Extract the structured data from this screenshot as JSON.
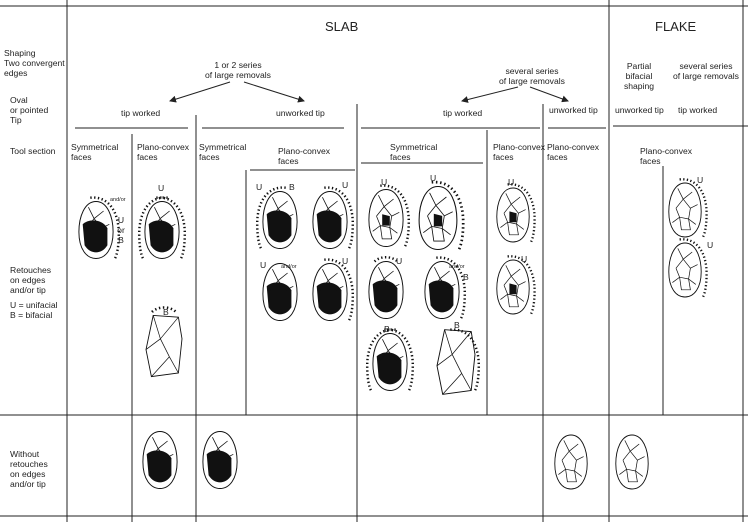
{
  "headers": {
    "slab": "SLAB",
    "flake": "FLAKE"
  },
  "rows": {
    "shaping": [
      "Shaping",
      "Two convergent",
      "edges"
    ],
    "oval": [
      "Oval",
      "or pointed",
      "Tip"
    ],
    "tool_section": "Tool section",
    "retouches": [
      "Retouches",
      "on edges",
      "and/or tip"
    ],
    "legend": [
      "U = unifacial",
      "B = bifacial"
    ],
    "without": [
      "Without",
      "retouches",
      "on edges",
      "and/or tip"
    ]
  },
  "removals": {
    "one_two": [
      "1 or 2 series",
      "of large removals"
    ],
    "several": [
      "several series",
      "of large removals"
    ]
  },
  "flake": {
    "partial": [
      "Partial",
      "bifacial",
      "shaping"
    ],
    "several": [
      "several series",
      "of large removals"
    ],
    "unworked_tip": "unworked tip",
    "tip_worked": "tip worked",
    "plano": [
      "Plano-convex",
      "faces"
    ]
  },
  "tip": {
    "worked": "tip worked",
    "unworked": "unworked tip"
  },
  "faces": {
    "symmetrical": [
      "Symmetrical",
      "faces"
    ],
    "plano": [
      "Plano-convex",
      "faces"
    ]
  },
  "marks": {
    "u": "U",
    "b": "B",
    "or": "or",
    "andor": "and/or"
  }
}
